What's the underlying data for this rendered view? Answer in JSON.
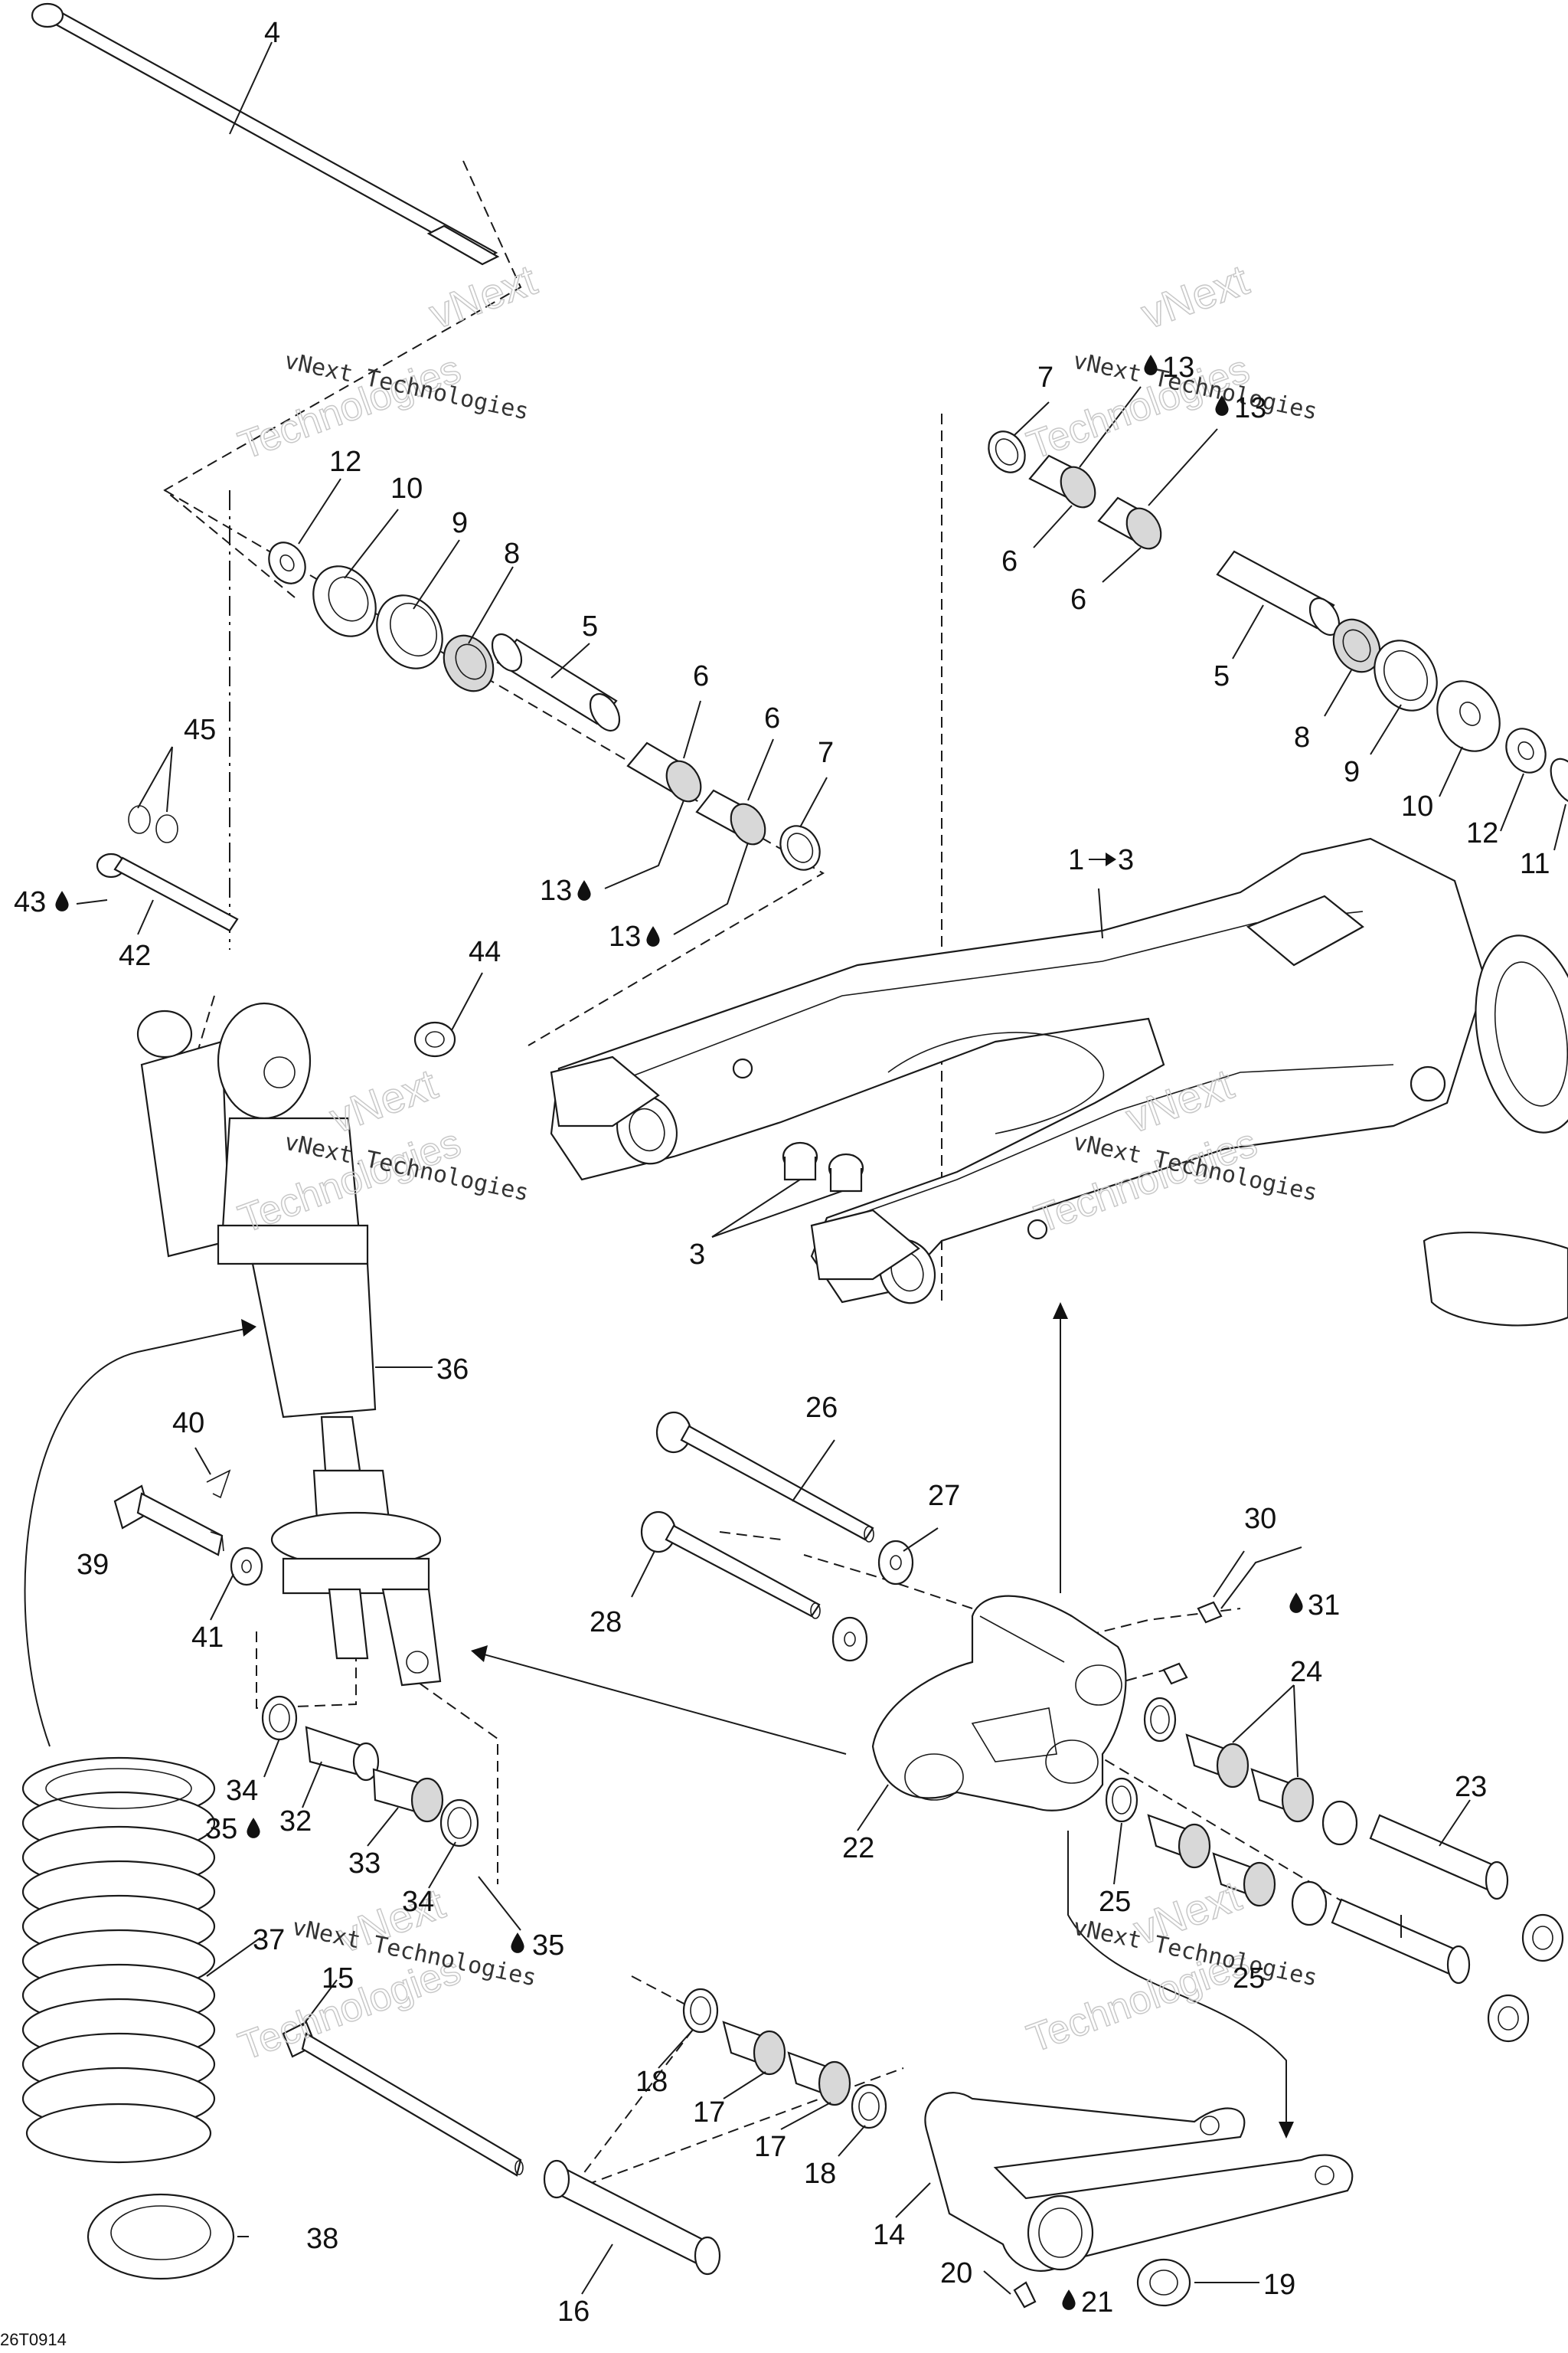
{
  "callouts": {
    "c4": "4",
    "c12a": "12",
    "c10a": "10",
    "c9a": "9",
    "c8a": "8",
    "c5a": "5",
    "c6a": "6",
    "c6b": "6",
    "c7a": "7",
    "c13a": "13",
    "c13b": "13",
    "c45": "45",
    "c43": "43",
    "c42": "42",
    "c44": "44",
    "c7b": "7",
    "c13c": "13",
    "c13d": "13",
    "c6c": "6",
    "c6d": "6",
    "c5b": "5",
    "c8b": "8",
    "c9b": "9",
    "c10b": "10",
    "c12b": "12",
    "c11": "11",
    "c1": "1",
    "c1to": "3",
    "c3": "3",
    "c36": "36",
    "c40": "40",
    "c39": "39",
    "c41": "41",
    "c26": "26",
    "c27": "27",
    "c28": "28",
    "c30": "30",
    "c31": "31",
    "c24": "24",
    "c22": "22",
    "c23": "23",
    "c25a": "25",
    "c25b": "25",
    "c34a": "34",
    "c35a": "35",
    "c32": "32",
    "c33": "33",
    "c34b": "34",
    "c35b": "35",
    "c37": "37",
    "c15": "15",
    "c38": "38",
    "c18a": "18",
    "c17a": "17",
    "c17b": "17",
    "c18b": "18",
    "c14": "14",
    "c20": "20",
    "c21": "21",
    "c19": "19",
    "c16": "16"
  },
  "watermark": {
    "line1": "vNext Technologies",
    "big_next": "vNext",
    "big_tech": "Technologies"
  },
  "reference_code": "26T0914",
  "icons": {
    "lubricant": "oil-drop-icon",
    "see_also": "arrow-right-icon"
  }
}
